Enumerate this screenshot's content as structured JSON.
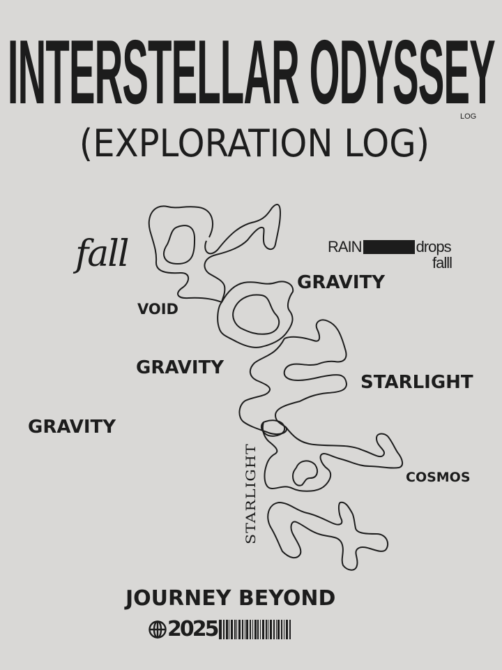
{
  "poster": {
    "background_color": "#d9d8d6",
    "ink_color": "#1c1c1c",
    "title": "INTERSTELLAR ODYSSEY",
    "title_tag": "LOG",
    "subtitle": "(EXPLORATION LOG)",
    "script_word": "fall",
    "rain_left": "RAIN",
    "rain_right": "drops",
    "rain_below": "falll",
    "labels": {
      "gravity_top_right": "GRAVITY",
      "void": "VOID",
      "gravity_center": "GRAVITY",
      "starlight_right": "STARLIGHT",
      "gravity_left": "GRAVITY",
      "cosmos": "COSMOS",
      "starlight_vertical": "STARLIGHT"
    },
    "footer": {
      "headline": "JOURNEY BEYOND",
      "globe_icon": "globe-icon",
      "year": "2025",
      "barcode_icon": "barcode-icon"
    }
  }
}
